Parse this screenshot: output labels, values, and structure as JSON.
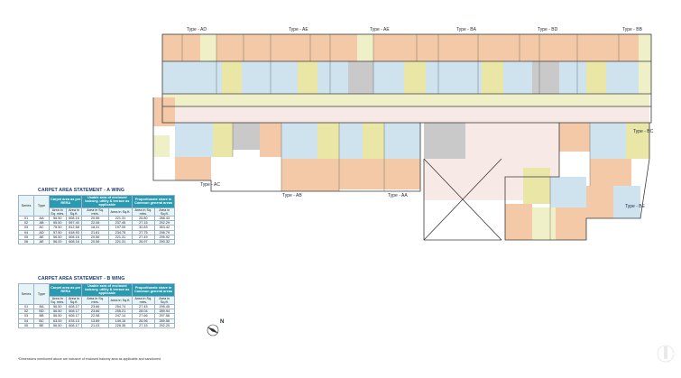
{
  "plan_labels": {
    "type_ad_top": "Type - AD",
    "type_ae_top1": "Type - AE",
    "type_ae_top2": "Type - AE",
    "type_ba_top": "Type - BA",
    "type_bd_top": "Type - BD",
    "type_bb_top": "Type - BB",
    "type_bc_right": "Type - BC",
    "type_be_right": "Type - BE",
    "type_ac_left": "Type - AC",
    "type_ab_bottom": "Type - AB",
    "type_aa_bottom": "Type - AA",
    "lobby_right": "Type - BC",
    "north": "N"
  },
  "table_a": {
    "title": "CARPET AREA STATEMENT - A WING",
    "headers": {
      "series": "Series",
      "type": "Type",
      "carpet": "Carpet area as per RERA",
      "usable": "Usable area of enclosed balcony, utility & terrace as applicable",
      "proportion": "Proportionate share in Common general areas"
    },
    "units": [
      "Area in Sq. mtrs.",
      "Area in Sq.ft.",
      "Area in Sq. mtrs.",
      "Area in Sq.ft.",
      "Area in Sq. mtrs.",
      "Area in Sq.ft."
    ],
    "rows": [
      [
        "01",
        "AA",
        "56.50",
        "608.16",
        "20.56",
        "221.31",
        "26.80",
        "288.43"
      ],
      [
        "02",
        "AB",
        "55.50",
        "597.40",
        "22.06",
        "237.45",
        "27.15",
        "292.29"
      ],
      [
        "03",
        "AC",
        "75.50",
        "812.68",
        "18.31",
        "197.09",
        "32.83",
        "353.42"
      ],
      [
        "04",
        "AD",
        "57.50",
        "618.93",
        "21.81",
        "234.75",
        "27.75",
        "298.79"
      ],
      [
        "05",
        "AE",
        "56.50",
        "608.16",
        "20.56",
        "221.31",
        "27.49",
        "295.92"
      ],
      [
        "06",
        "AE",
        "56.00",
        "608.16",
        "20.56",
        "221.31",
        "26.97",
        "290.32"
      ]
    ]
  },
  "table_b": {
    "title": "CARPET AREA STATEMENT - B WING",
    "headers": {
      "series": "Series",
      "type": "Type",
      "carpet": "Carpet area as per RERA",
      "usable": "Usable area of enclosed balcony, utility & terrace as applicable",
      "proportion": "Proportionate share in Common general areas"
    },
    "units": [
      "Area in Sq. mtrs.",
      "Area in Sq.ft.",
      "Area in Sq. mtrs.",
      "Area in Sq.ft.",
      "Area in Sq. mtrs.",
      "Area in Sq.ft."
    ],
    "rows": [
      [
        "01",
        "BA",
        "56.50",
        "608.17",
        "23.66",
        "254.74",
        "27.45",
        "295.45"
      ],
      [
        "02",
        "BD",
        "56.50",
        "608.17",
        "23.66",
        "255.21",
        "28.04",
        "289.94"
      ],
      [
        "03",
        "BB",
        "56.50",
        "608.17",
        "22.98",
        "247.14",
        "27.66",
        "297.56"
      ],
      [
        "04",
        "BC",
        "63.00",
        "678.13",
        "13.89",
        "149.15",
        "26.96",
        "289.56"
      ],
      [
        "05",
        "BE",
        "56.50",
        "608.17",
        "21.03",
        "226.35",
        "27.15",
        "292.20"
      ]
    ],
    "footnote": "*Dimensions mentioned above are inclusive of enclosed balcony area as applicable and sanctioned."
  },
  "colors": {
    "bedroom": "#f3c9a7",
    "living": "#cfe3ef",
    "kitchen": "#e9e6a6",
    "toilet": "#c9c9c9",
    "balcony": "#f0f0c8",
    "lobby": "#f7e9e6",
    "accent": "#2a9ab0"
  }
}
